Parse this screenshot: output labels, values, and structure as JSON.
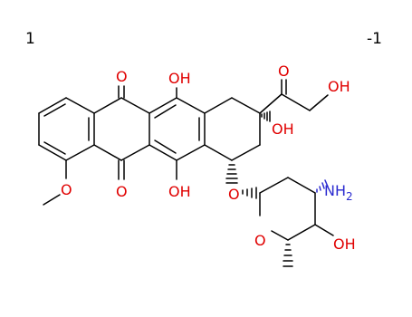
{
  "corner_labels": {
    "left": "1",
    "right": "-1"
  },
  "colors": {
    "bond": "#000000",
    "oxygen": "#e00000",
    "nitrogen": "#2a2ad0"
  },
  "atom_labels": {
    "o_quinone_top": "O",
    "oh_top": "OH",
    "o_ketone": "O",
    "oh_terminal": "OH",
    "oh_c9": "OH",
    "o_quinone_bottom": "O",
    "oh_bottom": "OH",
    "o_methoxy": "O",
    "o_glycosidic": "O",
    "nh2": "NH",
    "nh2_subscript": "2",
    "o_ring": "O",
    "oh_sugar": "OH"
  }
}
